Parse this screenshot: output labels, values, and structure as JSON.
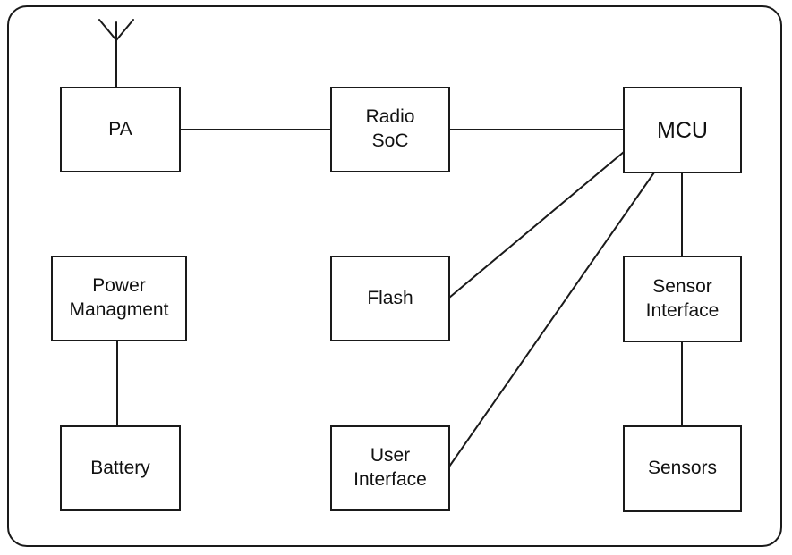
{
  "diagram": {
    "blocks": {
      "pa": "PA",
      "radio_soc": "Radio\nSoC",
      "mcu": "MCU",
      "power_management": "Power\nManagment",
      "flash": "Flash",
      "sensor_interface": "Sensor\nInterface",
      "battery": "Battery",
      "user_interface": "User\nInterface",
      "sensors": "Sensors"
    },
    "connections": [
      [
        "antenna",
        "pa"
      ],
      [
        "pa",
        "radio_soc"
      ],
      [
        "radio_soc",
        "mcu"
      ],
      [
        "mcu",
        "flash"
      ],
      [
        "mcu",
        "user_interface"
      ],
      [
        "mcu",
        "sensor_interface"
      ],
      [
        "sensor_interface",
        "sensors"
      ],
      [
        "power_management",
        "battery"
      ]
    ]
  }
}
